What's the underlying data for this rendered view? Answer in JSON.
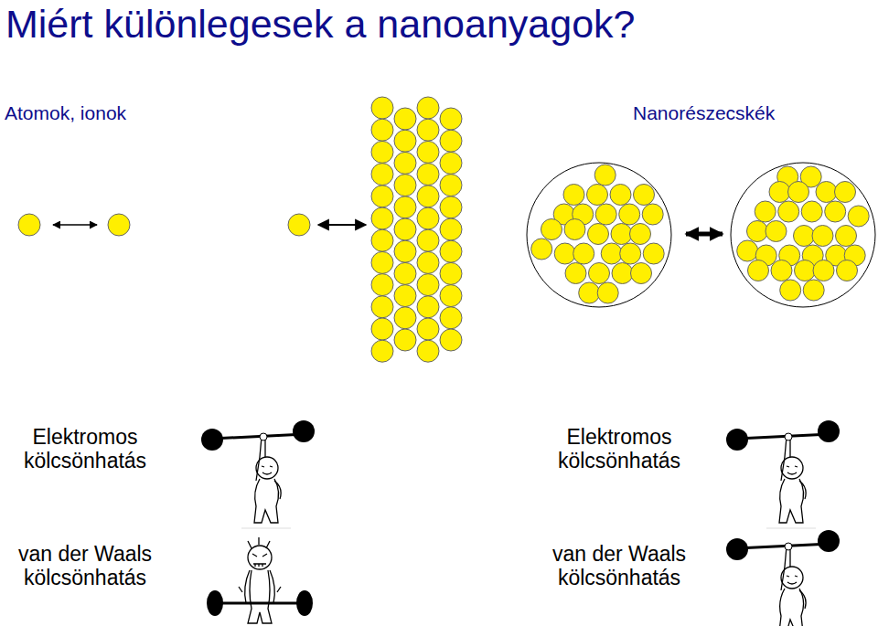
{
  "diagram": {
    "title": "Miért különlegesek a nanoanyagok?",
    "labels": [
      "Atomok, ionok",
      "Nanorészecskék",
      "Elektromos kölcsönhatás",
      "Elektromos kölcsönhatás",
      "van der Waals kölcsönhatás",
      "van der Waals kölcsönhatás"
    ]
  }
}
